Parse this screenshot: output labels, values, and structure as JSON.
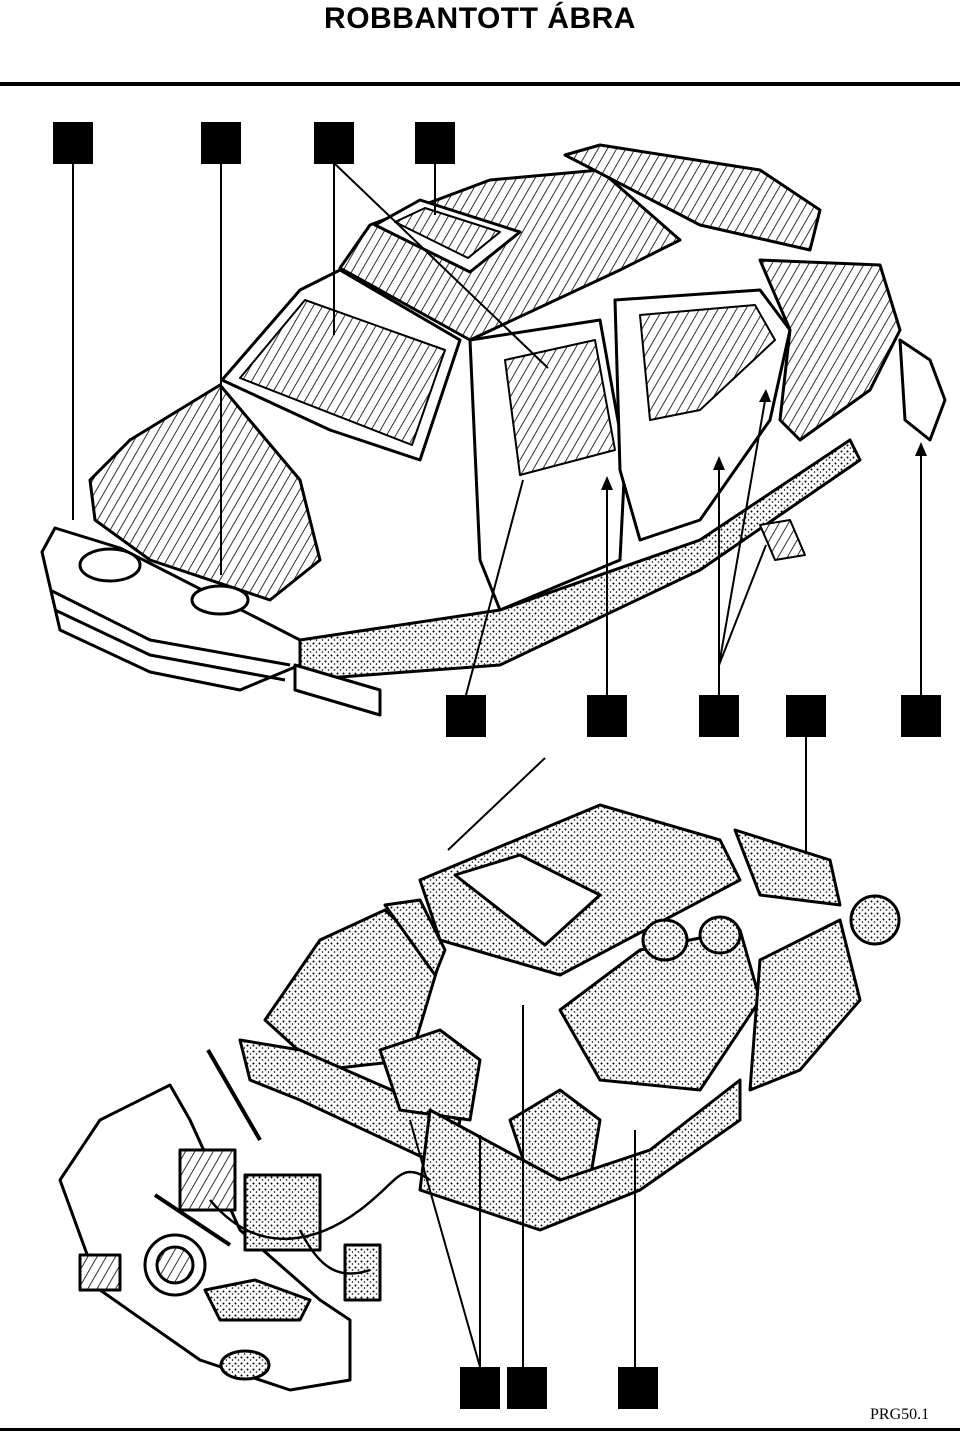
{
  "page": {
    "title": "ROBBANTOTT ÁBRA",
    "reference_code": "PRG50.1"
  },
  "colors": {
    "ink": "#000000",
    "paper": "#ffffff"
  },
  "callout_boxes": {
    "top_row": 4,
    "middle_row": 5,
    "bottom_row": 3
  },
  "views": [
    {
      "id": "body-shell-exploded"
    },
    {
      "id": "interior-trim-exploded"
    }
  ]
}
